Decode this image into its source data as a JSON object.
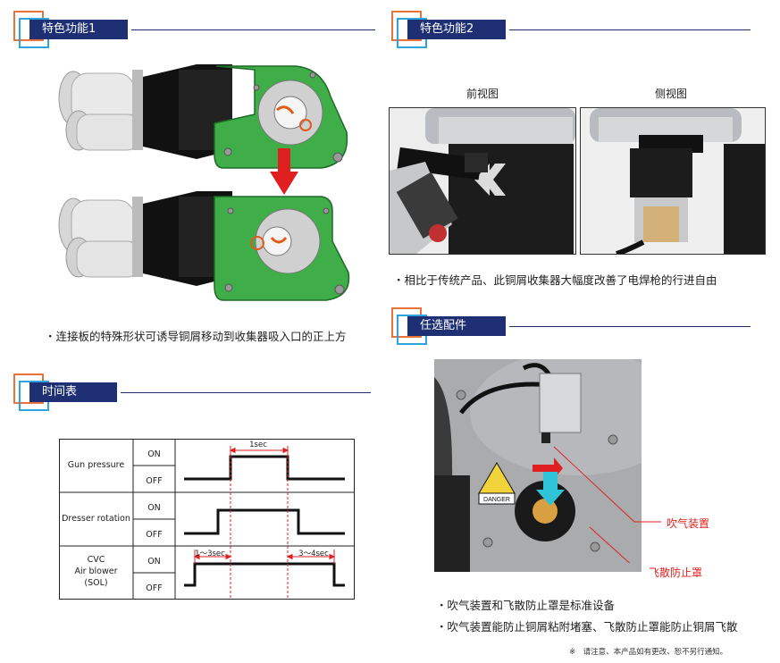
{
  "sections": {
    "feature1": {
      "title": "特色功能1",
      "bullet": "・连接板的特殊形状可诱导铜屑移动到收集器吸入口的正上方"
    },
    "feature2": {
      "title": "特色功能2",
      "front_label": "前视图",
      "side_label": "侧视图",
      "bullet": "・相比于传统产品、此铜屑收集器大幅度改善了电焊枪的行进自由"
    },
    "timing": {
      "title": "时间表"
    },
    "options": {
      "title": "任选配件",
      "label_air": "吹气装置",
      "label_cover": "飞散防止罩",
      "bullet1": "・吹气装置和飞散防止罩是标准设备",
      "bullet2": "・吹气装置能防止铜屑粘附堵塞、飞散防止罩能防止铜屑飞散",
      "danger": "DANGER"
    }
  },
  "timing_chart": {
    "rows": [
      {
        "name": "Gun pressure",
        "on": "ON",
        "off": "OFF"
      },
      {
        "name": "Dresser rotation",
        "on": "ON",
        "off": "OFF"
      },
      {
        "name_lines": [
          "CVC",
          "Air blower",
          "(SOL)"
        ],
        "on": "ON",
        "off": "OFF"
      }
    ],
    "annotations": {
      "sec1": "1sec",
      "sec13": "1～3sec",
      "sec34": "3～4sec"
    }
  },
  "footnote": "※　请注意、本产品如有更改、恕不另行通知。",
  "colors": {
    "navy": "#1e2f73",
    "orange": "#e8743b",
    "blue": "#2fa3dc",
    "red": "#e02020",
    "green": "#3fae49"
  }
}
